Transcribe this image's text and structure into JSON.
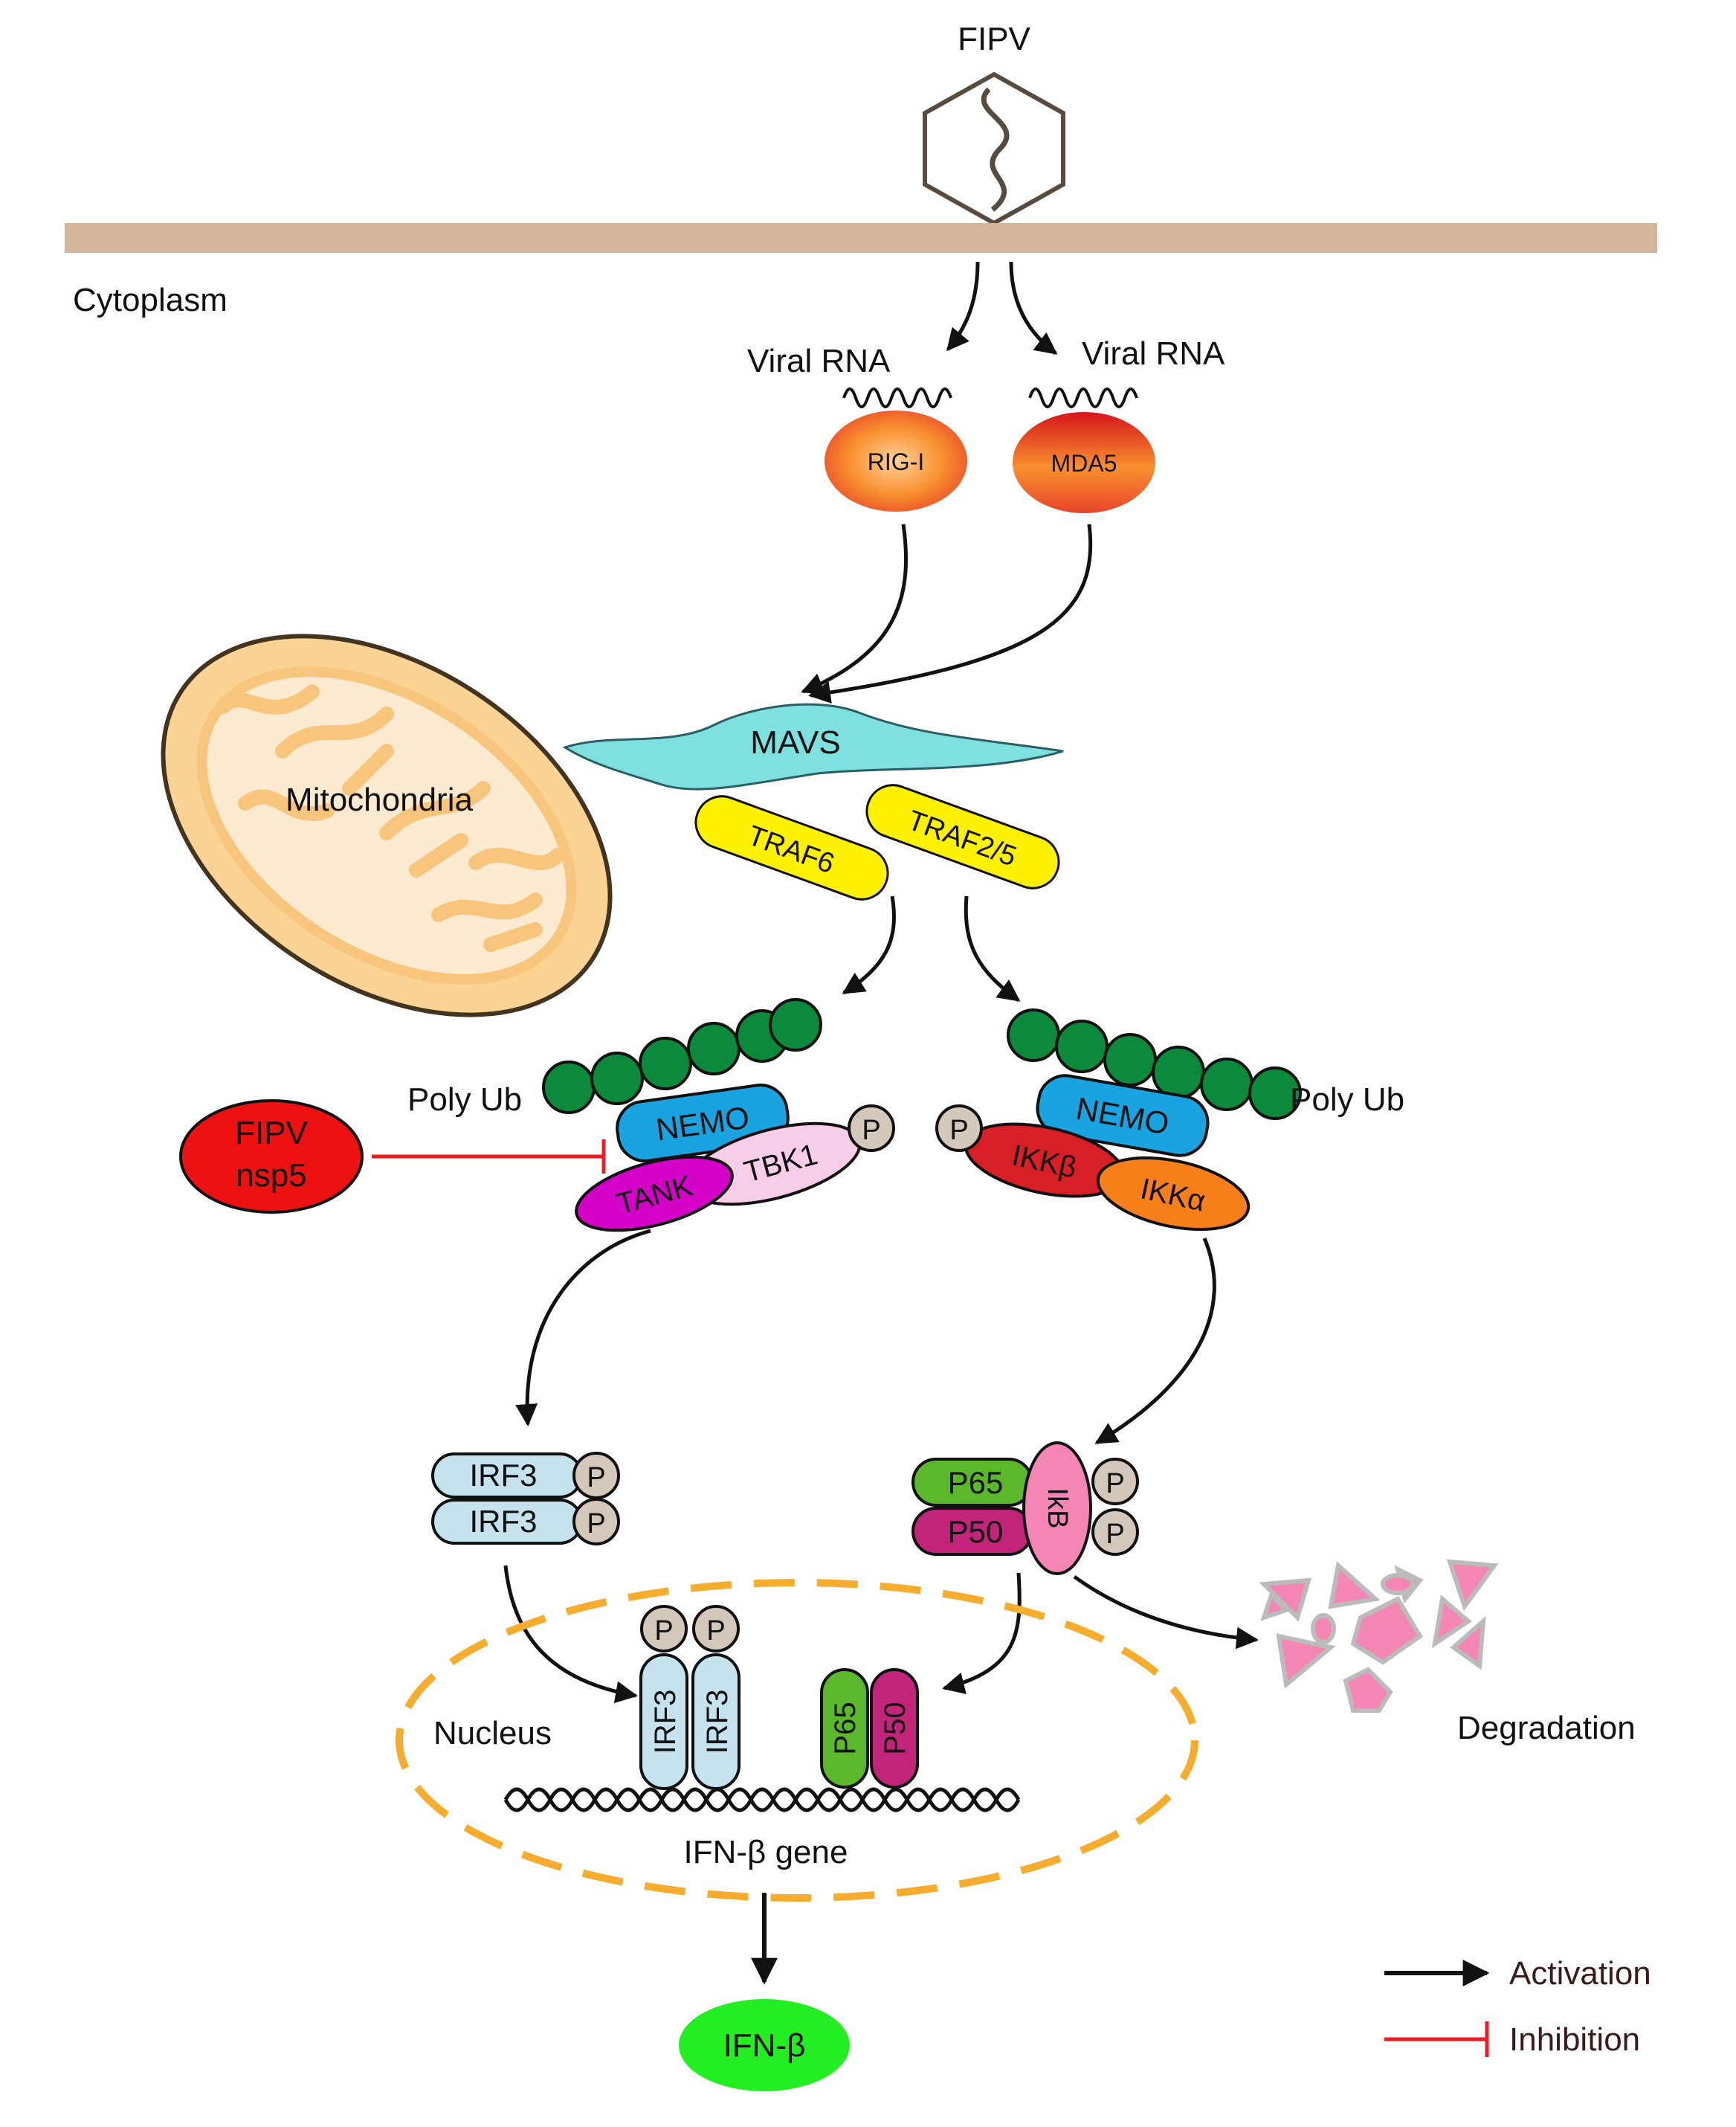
{
  "labels": {
    "virus": "FIPV",
    "cytoplasm": "Cytoplasm",
    "viral_rna_left": "Viral RNA",
    "viral_rna_right": "Viral RNA",
    "rig_i": "RIG-I",
    "mda5": "MDA5",
    "mitochondria": "Mitochondria",
    "mavs": "MAVS",
    "traf6": "TRAF6",
    "traf25": "TRAF2/5",
    "poly_ub_left": "Poly Ub",
    "poly_ub_right": "Poly Ub",
    "nemo_left": "NEMO",
    "nemo_right": "NEMO",
    "tank": "TANK",
    "tbk1": "TBK1",
    "ikkb": "IKKβ",
    "ikka": "IKKα",
    "fipv_nsp5_line1": "FIPV",
    "fipv_nsp5_line2": "nsp5",
    "phospho": "P",
    "irf3": "IRF3",
    "p65": "P65",
    "p50": "P50",
    "ikb": "IkB",
    "degradation": "Degradation",
    "nucleus": "Nucleus",
    "ifn_gene": "IFN-β gene",
    "ifn_beta": "IFN-β"
  },
  "legend": {
    "activation": "Activation",
    "inhibition": "Inhibition"
  },
  "colors": {
    "membrane": "#d3b59b",
    "mito_fill": "#fbd394",
    "mito_outline": "#42341f",
    "mavs": "#7fe0e0",
    "traf": "#fff200",
    "ubiquitin": "#0b8a3c",
    "nemo": "#19a3e0",
    "tank": "#d400c8",
    "tbk1": "#f7cde8",
    "ikkb": "#d81f26",
    "ikka": "#f7801b",
    "phospho": "#d4c8bb",
    "nsp5": "#ee1111",
    "irf3": "#c5e2ee",
    "p65": "#5cb82b",
    "p50": "#c2247a",
    "ikb": "#f486b4",
    "nucleus": "#f6ad2e",
    "ifn_beta": "#22ee22",
    "inhibition": "#ee1c24"
  }
}
